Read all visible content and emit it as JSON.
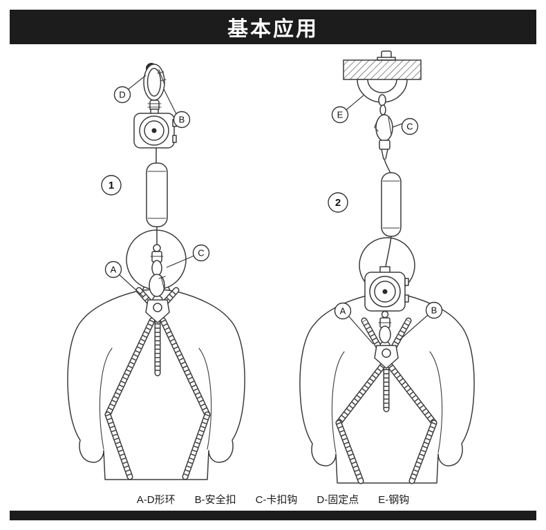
{
  "header": {
    "title": "基本应用"
  },
  "figures": {
    "fig1": {
      "number": "1",
      "callouts": {
        "d": "D",
        "b": "B",
        "c": "C",
        "a": "A"
      }
    },
    "fig2": {
      "number": "2",
      "callouts": {
        "e": "E",
        "c": "C",
        "a": "A",
        "b": "B"
      }
    }
  },
  "legend": {
    "items": [
      "A-D形环",
      "B-安全扣",
      "C-卡扣钩",
      "D-固定点",
      "E-钢钩"
    ]
  },
  "colors": {
    "bar_bg": "#1c1c1c",
    "bar_text": "#ffffff",
    "line": "#3a3a3a",
    "page_bg": "#ffffff"
  }
}
